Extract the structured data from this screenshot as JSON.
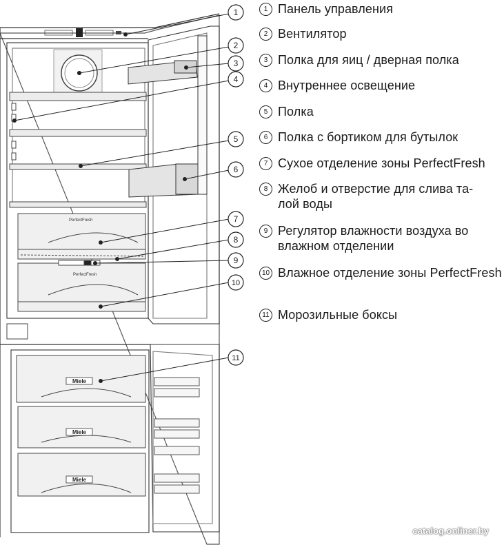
{
  "legend": [
    {
      "num": "1",
      "text": "Панель управления"
    },
    {
      "num": "2",
      "text": "Вентилятор"
    },
    {
      "num": "3",
      "text": "Полка для яиц / дверная полка"
    },
    {
      "num": "4",
      "text": "Внутреннее освещение"
    },
    {
      "num": "5",
      "text": "Полка"
    },
    {
      "num": "6",
      "text": "Полка с бортиком для бутылок"
    },
    {
      "num": "7",
      "text": "Сухое отделение зоны PerfectFresh"
    },
    {
      "num": "8",
      "text": "Желоб и отверстие для слива та-\nлой воды"
    },
    {
      "num": "9",
      "text": "Регулятор влажности воздуха во влажном отделении"
    },
    {
      "num": "10",
      "text": "Влажное отделение зоны PerfectFresh"
    },
    {
      "num": "11",
      "text": "Морозильные боксы"
    }
  ],
  "callouts": [
    "1",
    "2",
    "3",
    "4",
    "5",
    "6",
    "7",
    "8",
    "9",
    "10",
    "11"
  ],
  "drawer_labels": {
    "perfectfresh_top": "PerfectFresh",
    "perfectfresh_bottom": "PerfectFresh",
    "brand": "Miele"
  },
  "watermark": "catalog.onliner.by"
}
